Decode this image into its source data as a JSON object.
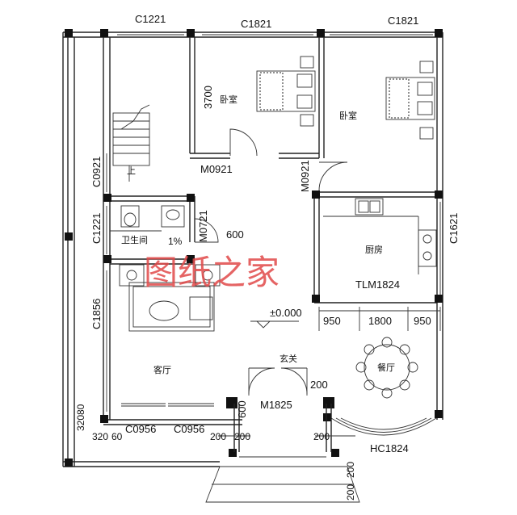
{
  "labels": {
    "c1221_top": "C1221",
    "c1821_top_left": "C1821",
    "c1821_top_right": "C1821",
    "dim_3700": "3700",
    "bedroom_left": "卧室",
    "bedroom_right": "卧室",
    "m0921_bedroom": "M0921",
    "m0921_side": "M0921",
    "c0921_left": "C0921",
    "stair_up": "上",
    "c1221_left": "C1221",
    "bathroom": "卫生间",
    "m0721": "M0721",
    "slope": "1%",
    "dim_600": "600",
    "kitchen": "厨房",
    "c1621": "C1621",
    "tlm1824": "TLM1824",
    "c1856": "C1856",
    "level": "±0.000",
    "dim_950_left": "950",
    "dim_1800": "1800",
    "dim_950_right": "950",
    "entrance": "玄关",
    "living_room": "客厅",
    "dining": "餐厅",
    "dim_200_entry": "200",
    "m1825": "M1825",
    "dim_600_entry": "600",
    "c0956_left": "C0956",
    "c0956_right": "C0956",
    "dim_320": "320",
    "dim_80": "80",
    "dim_320_bottom": "320",
    "dim_60": "60",
    "dim_200_a": "200",
    "dim_200_b": "200",
    "dim_200_c": "200",
    "dim_200_d": "200",
    "dim_200_e": "200",
    "hc1824": "HC1824",
    "watermark": "图纸之家"
  }
}
